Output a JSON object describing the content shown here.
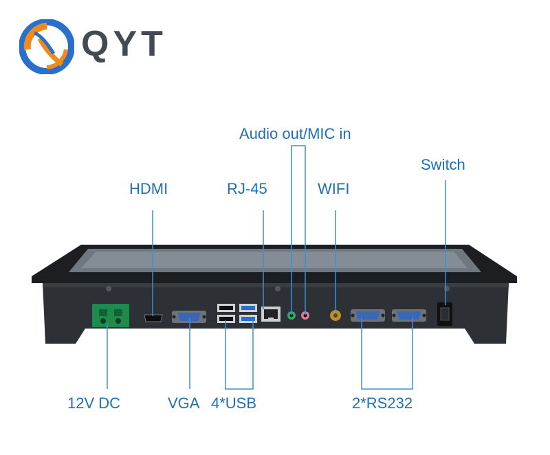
{
  "brand": {
    "name": "QYT",
    "colors": {
      "orange": "#f08a1c",
      "blue": "#2a6fc9",
      "text": "#444a52"
    }
  },
  "labels": {
    "audio": "Audio out/MIC in",
    "switch": "Switch",
    "hdmi": "HDMI",
    "rj45": "RJ-45",
    "wifi": "WIFI",
    "dc": "12V DC",
    "vga": "VGA",
    "usb": "4*USB",
    "rs232": "2*RS232"
  },
  "colors": {
    "label": "#1f6fb3",
    "connector_line": "#3b8fd4",
    "panel": "#2d3034",
    "terminal": "#1e8b4a"
  }
}
